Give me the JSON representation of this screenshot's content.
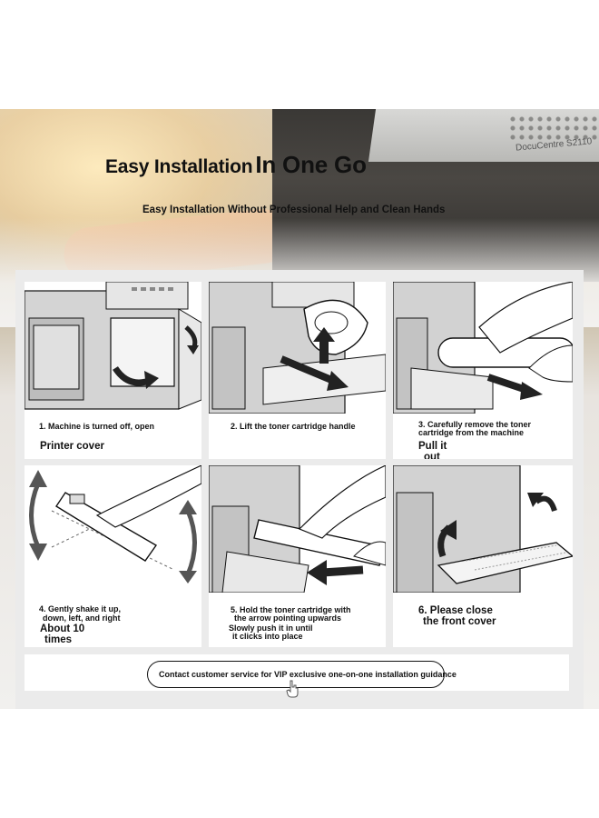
{
  "banner": {
    "title_part1": "Easy Installation",
    "title_part2": "In One Go",
    "subtitle": "Easy Installation Without Professional Help and Clean Hands",
    "printer_brand": "DocuCentre S2110"
  },
  "steps": [
    {
      "line1": "1. Machine is turned off, open",
      "line2": "Printer cover",
      "illustration": "open-front-cover"
    },
    {
      "line1": "2. Lift the toner cartridge handle",
      "illustration": "lift-handle"
    },
    {
      "line1": "3. Carefully remove the toner",
      "line2": " cartridge from the machine",
      "line3": "Pull it",
      "line4": "out",
      "illustration": "pull-out-cartridge"
    },
    {
      "line1": "4. Gently shake it up,",
      "line2": "down, left, and right",
      "line3": "About 10",
      "line4": "times",
      "illustration": "shake-cartridge"
    },
    {
      "line1": "5. Hold the toner cartridge with",
      "line2": "the arrow pointing upwards",
      "line3": "Slowly push it in until",
      "line4": "it clicks into place",
      "illustration": "insert-cartridge"
    },
    {
      "line1": "6. Please close",
      "line2": "the front cover",
      "illustration": "close-front-cover"
    }
  ],
  "contact": {
    "label": "Contact customer service for VIP exclusive one-on-one installation guidance"
  },
  "colors": {
    "outline": "#111111",
    "panel": "#ebebeb",
    "machine": "#cfcfcf"
  }
}
